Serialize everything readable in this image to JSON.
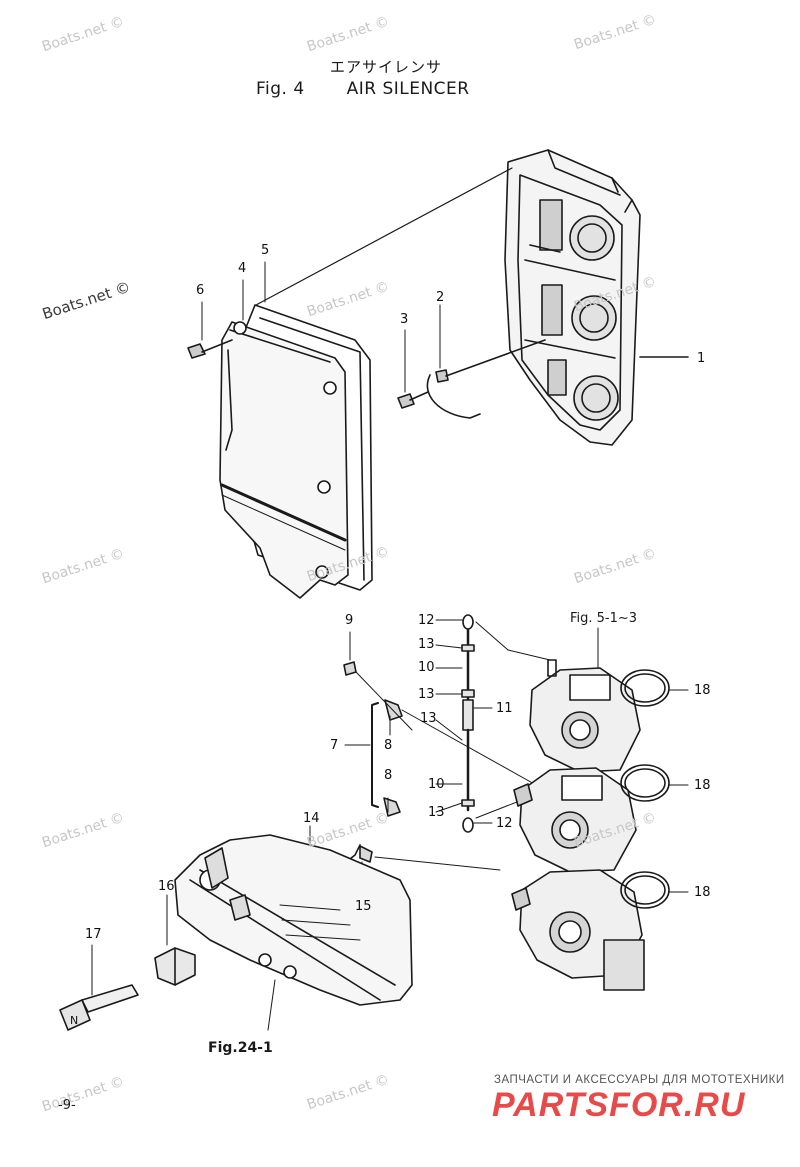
{
  "title": {
    "japanese": "エアサイレンサ",
    "fig_number": "Fig. 4",
    "english": "AIR SILENCER"
  },
  "callouts": [
    {
      "id": "c1",
      "label": "1"
    },
    {
      "id": "c2",
      "label": "2"
    },
    {
      "id": "c3",
      "label": "3"
    },
    {
      "id": "c4",
      "label": "4"
    },
    {
      "id": "c5",
      "label": "5"
    },
    {
      "id": "c6",
      "label": "6"
    },
    {
      "id": "c7",
      "label": "7"
    },
    {
      "id": "c8a",
      "label": "8"
    },
    {
      "id": "c8b",
      "label": "8"
    },
    {
      "id": "c9",
      "label": "9"
    },
    {
      "id": "c10a",
      "label": "10"
    },
    {
      "id": "c10b",
      "label": "10"
    },
    {
      "id": "c11",
      "label": "11"
    },
    {
      "id": "c12a",
      "label": "12"
    },
    {
      "id": "c12b",
      "label": "12"
    },
    {
      "id": "c13a",
      "label": "13"
    },
    {
      "id": "c13b",
      "label": "13"
    },
    {
      "id": "c13c",
      "label": "13"
    },
    {
      "id": "c13d",
      "label": "13"
    },
    {
      "id": "c14",
      "label": "14"
    },
    {
      "id": "c15",
      "label": "15"
    },
    {
      "id": "c16",
      "label": "16"
    },
    {
      "id": "c17",
      "label": "17"
    },
    {
      "id": "c18a",
      "label": "18"
    },
    {
      "id": "c18b",
      "label": "18"
    },
    {
      "id": "c18c",
      "label": "18"
    }
  ],
  "references": {
    "carburetor": "Fig. 5-1~3",
    "bracket": "Fig.24-1"
  },
  "watermark": "Boats.net ©",
  "page_number": "-9-",
  "shop_banner": {
    "line": "ЗАПЧАСТИ И АКСЕССУАРЫ ДЛЯ МОТОТЕХНИКИ",
    "logo": "PARTSFOR.RU"
  }
}
